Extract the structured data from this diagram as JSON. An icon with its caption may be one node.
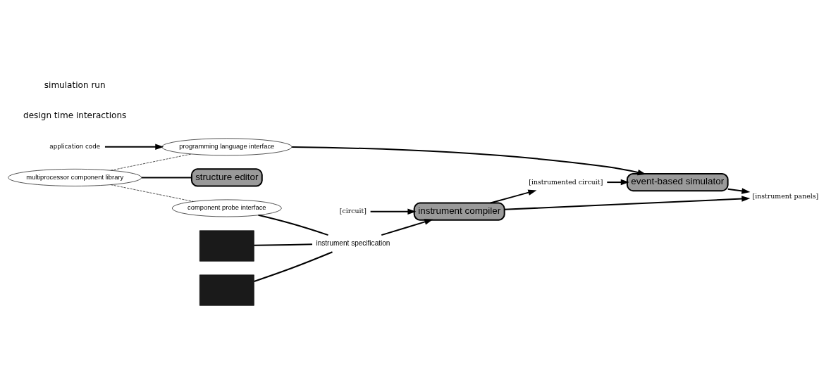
{
  "diagram": {
    "nodes": [
      {
        "text": [
          "application code"
        ]
      },
      {
        "text": [
          "multiprocessor component library"
        ]
      },
      {
        "text": [
          "programming language interface"
        ]
      },
      {
        "text": [
          "structure editor"
        ]
      },
      {
        "text": [
          "[circuit]"
        ]
      },
      {
        "text": [
          "component probe interface"
        ]
      },
      {
        "text": [
          "event-based simulator"
        ]
      },
      {
        "text": [],
        "shape": "box"
      },
      {
        "text": [],
        "shape": "box"
      },
      {
        "text": [
          "instrument specification"
        ]
      },
      {
        "text": [
          "instrument compiler"
        ]
      },
      {
        "text": [
          "[instrumented circuit]"
        ]
      },
      {
        "text": [
          "[instrument panels]"
        ]
      }
    ],
    "edges": [
      {
        "from": 0,
        "to": 2,
        "arrow": "to"
      },
      {
        "from": 1,
        "to": 2,
        "arrow": "none",
        "style": "dashed"
      },
      {
        "from": 1,
        "to": 3,
        "arrow": "none"
      },
      {
        "from": 1,
        "to": 5,
        "arrow": "none",
        "style": "dashed"
      },
      {
        "from": 4,
        "to": 10,
        "arrow": "to"
      },
      {
        "from": 2,
        "to": 6,
        "arrow": "to"
      },
      {
        "from": 11,
        "to": 6,
        "arrow": "to"
      },
      {
        "from": 5,
        "to": 9,
        "arrow": "none"
      },
      {
        "from": 7,
        "to": 9,
        "arrow": "none"
      },
      {
        "from": 8,
        "to": 9,
        "arrow": "none"
      },
      {
        "from": 9,
        "to": 10,
        "arrow": "to"
      },
      {
        "from": 10,
        "to": 11,
        "arrow": "to"
      },
      {
        "from": 10,
        "to": 12,
        "arrow": "to"
      },
      {
        "from": 6,
        "to": 12,
        "arrow": "to"
      }
    ],
    "labels": [
      "design time interactions",
      "simulation run"
    ]
  }
}
